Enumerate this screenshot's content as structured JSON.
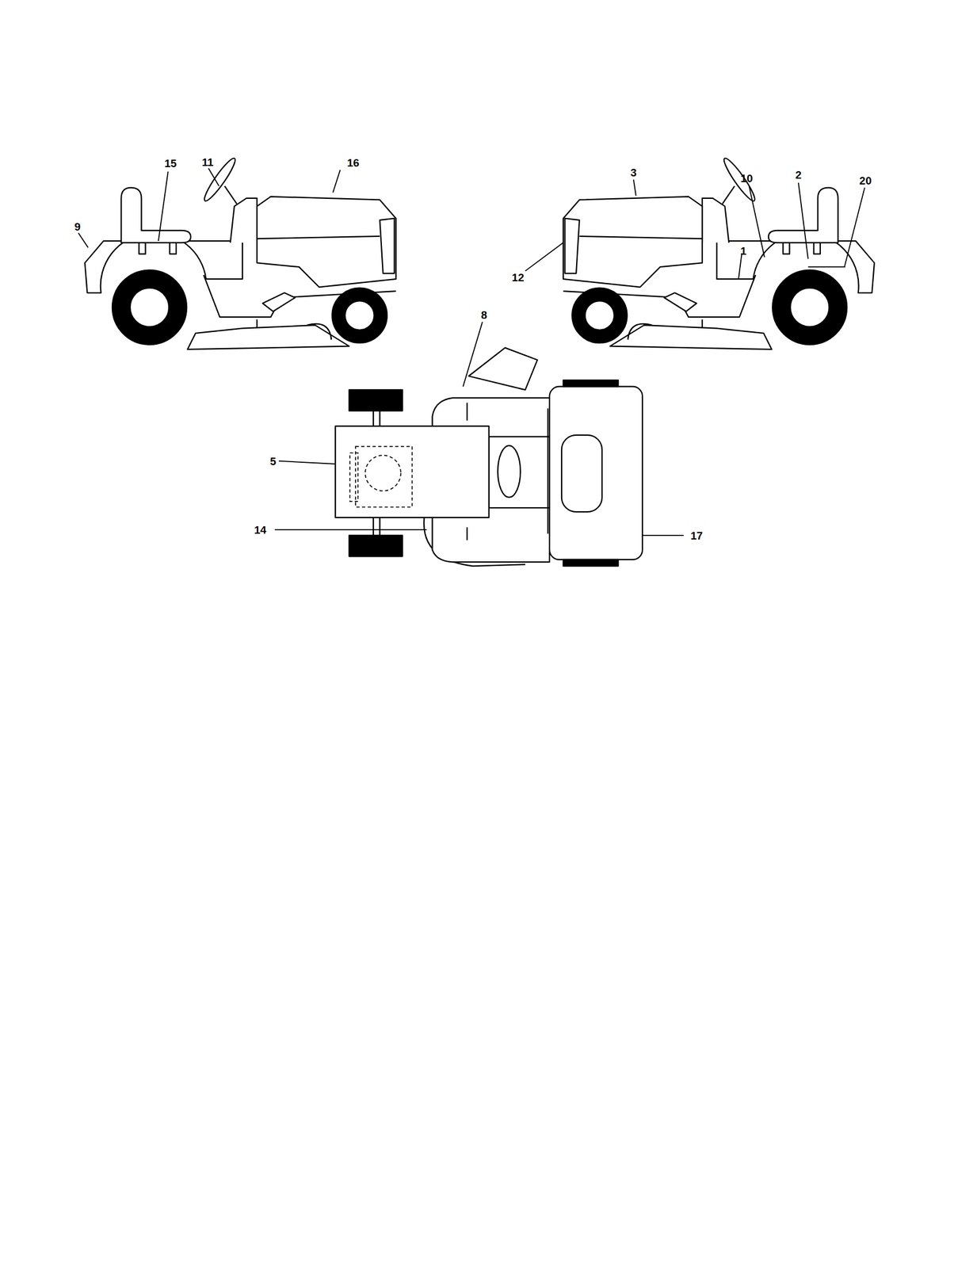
{
  "diagram": {
    "labels": [
      "15",
      "11",
      "16",
      "3",
      "10",
      "2",
      "20",
      "9",
      "1",
      "12",
      "8",
      "5",
      "14",
      "17"
    ]
  }
}
